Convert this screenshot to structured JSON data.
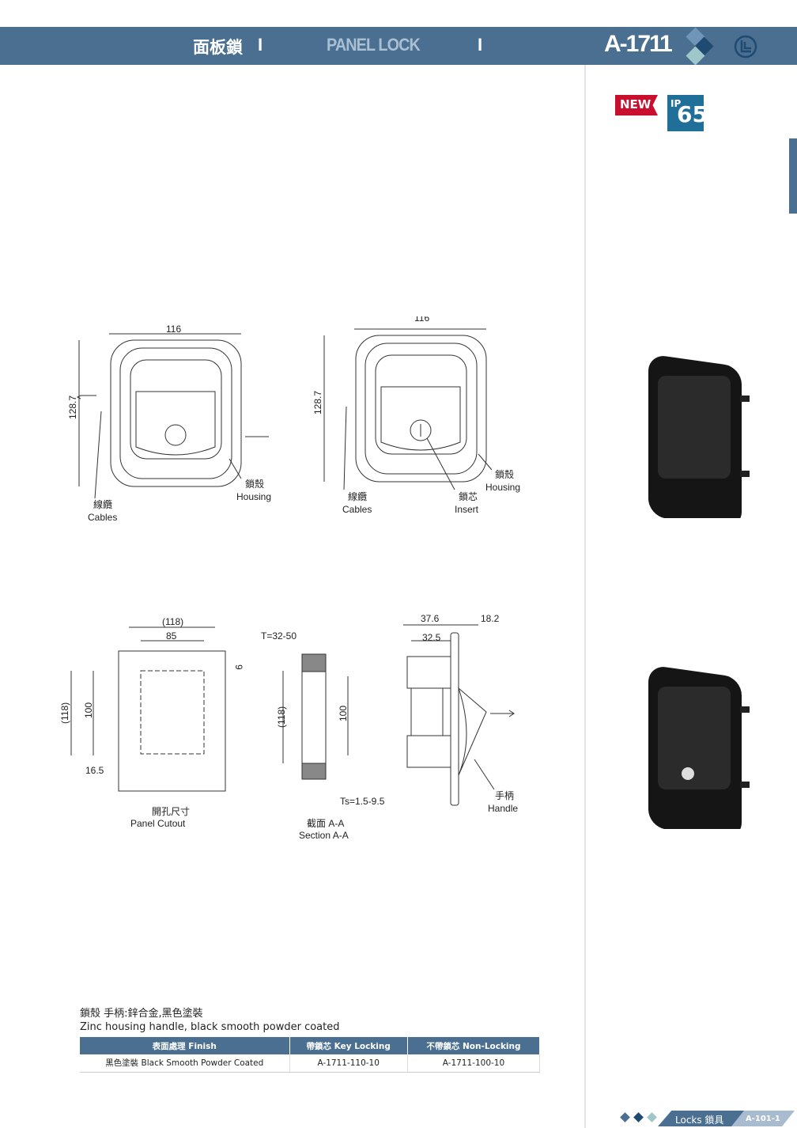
{
  "header": {
    "title_cn": "面板鎖",
    "separator": "I",
    "title_en": "PANEL LOCK",
    "model": "A-1711"
  },
  "badges": {
    "new": "NEW",
    "ip_prefix": "IP",
    "ip_rating": "65"
  },
  "drawing_top_left": {
    "width": "116",
    "height": "128.7",
    "housing_cn": "鎖殼",
    "housing_en": "Housing",
    "cables_cn": "線纜",
    "cables_en": "Cables"
  },
  "drawing_top_right": {
    "width": "116",
    "height": "128.7",
    "housing_cn": "鎖殼",
    "housing_en": "Housing",
    "cables_cn": "線纜",
    "cables_en": "Cables",
    "insert_cn": "鎖芯",
    "insert_en": "Insert"
  },
  "cutout": {
    "outer": "(118)",
    "inner": "85",
    "gap": "9",
    "height_outer": "(118)",
    "height_inner": "100",
    "offset": "16.5",
    "label_cn": "開孔尺寸",
    "label_en": "Panel Cutout"
  },
  "section": {
    "thickness": "T=32-50",
    "height_outer": "(118)",
    "height_inner": "100",
    "ts": "Ts=1.5-9.5",
    "label_cn": "截面 A-A",
    "label_en": "Section A-A"
  },
  "side": {
    "d1": "37.6",
    "d2": "18.2",
    "d3": "32.5",
    "handle_cn": "手柄",
    "handle_en": "Handle"
  },
  "spec": {
    "cn": "鎖殼 手柄:鋅合金,黑色塗裝",
    "en": "Zinc housing handle, black smooth powder coated"
  },
  "table": {
    "headers": [
      "表面處理 Finish",
      "帶鎖芯 Key Locking",
      "不帶鎖芯 Non-Locking"
    ],
    "rows": [
      [
        "黑色塗裝 Black Smooth Powder Coated",
        "A-1711-110-10",
        "A-1711-100-10"
      ]
    ]
  },
  "footer": {
    "section": "Locks 鎖具",
    "page": "A-101-1"
  },
  "colors": {
    "brand": "#4a6f91",
    "new": "#c8102e",
    "ip": "#1f6f98"
  }
}
